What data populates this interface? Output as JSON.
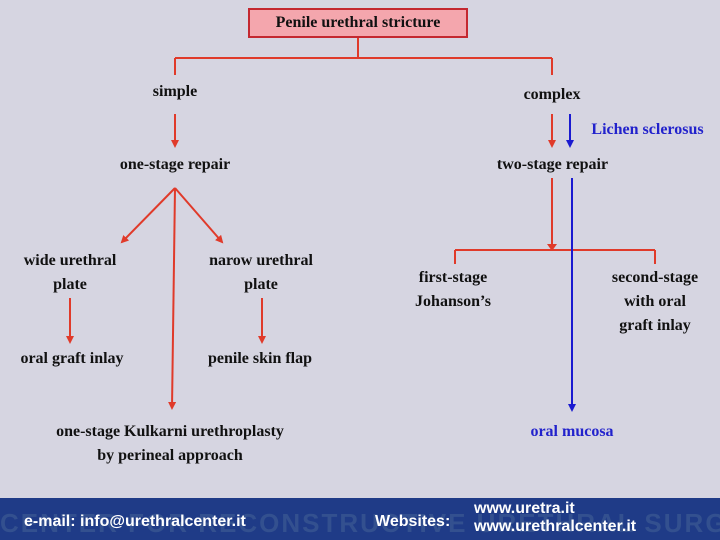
{
  "title": "Penile urethral stricture",
  "branches": {
    "simple": "simple",
    "complex": "complex"
  },
  "nodes": {
    "one_stage": "one-stage repair",
    "two_stage": "two-stage repair",
    "lichen": "Lichen sclerosus",
    "wide_plate_1": "wide urethral",
    "wide_plate_2": "plate",
    "narrow_plate_1": "narow urethral",
    "narrow_plate_2": "plate",
    "oral_graft": "oral graft inlay",
    "penile_flap": "penile skin flap",
    "kulkarni_1": "one-stage Kulkarni urethroplasty",
    "kulkarni_2": "by perineal approach",
    "first_stage_1": "first-stage",
    "first_stage_2": "Johanson’s",
    "second_stage_1": "second-stage",
    "second_stage_2": "with oral",
    "second_stage_3": "graft inlay",
    "oral_mucosa": "oral mucosa"
  },
  "footer": {
    "email": "e-mail: info@urethralcenter.it",
    "websites_label": "Websites:",
    "website_1": "www.uretra.it",
    "website_2": "www.urethralcenter.it",
    "watermark": "CENTER FOR RECONSTRUCTIVE URETHRAL SURGERY"
  },
  "colors": {
    "arrow_red": "#e03a2a",
    "arrow_blue": "#1a1ad0",
    "title_fill": "#f4a6ad",
    "title_border": "#c42830",
    "footer_bg": "#1f3b87"
  }
}
